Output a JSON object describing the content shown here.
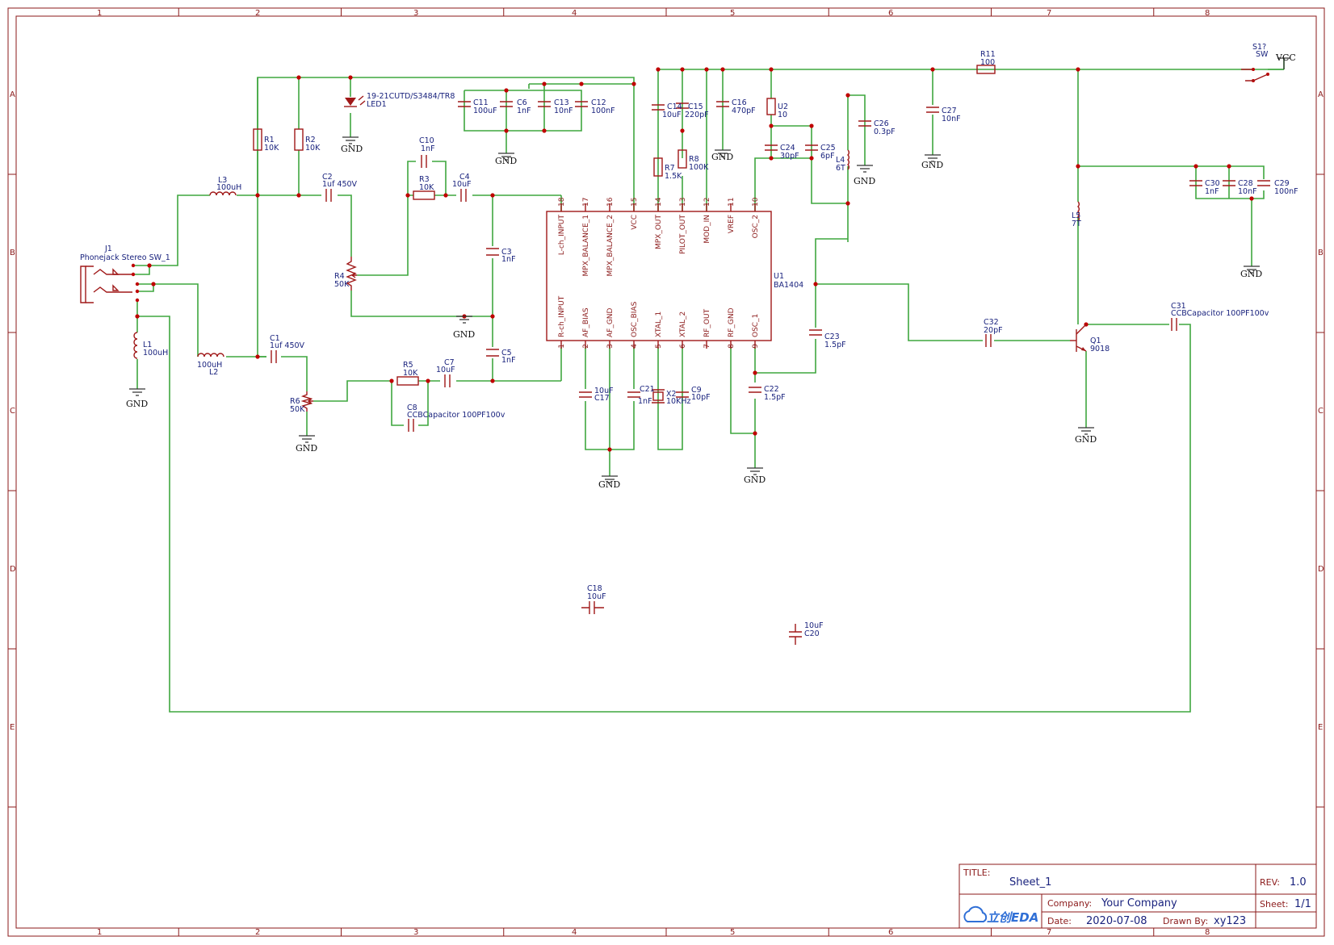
{
  "frame": {
    "columns": [
      "1",
      "2",
      "3",
      "4",
      "5",
      "6",
      "7",
      "8"
    ],
    "rows": [
      "A",
      "B",
      "C",
      "D",
      "E"
    ]
  },
  "title_block": {
    "title_key": "TITLE:",
    "title": "Sheet_1",
    "rev_key": "REV:",
    "rev": "1.0",
    "company_key": "Company:",
    "company": "Your Company",
    "sheet_key": "Sheet:",
    "sheet": "1/1",
    "date_key": "Date:",
    "date": "2020-07-08",
    "drawn_key": "Drawn By:",
    "drawn_by": "xy123",
    "logo": "立创EDA"
  },
  "ic": {
    "ref": "U1",
    "value": "BA1404",
    "top_pins": [
      {
        "num": "18",
        "name": "L-ch_INPUT"
      },
      {
        "num": "17",
        "name": "MPX_BALANCE_1"
      },
      {
        "num": "16",
        "name": "MPX_BALANCE_2"
      },
      {
        "num": "15",
        "name": "VCC"
      },
      {
        "num": "14",
        "name": "MPX_OUT"
      },
      {
        "num": "13",
        "name": "PILOT_OUT"
      },
      {
        "num": "12",
        "name": "MOD_IN"
      },
      {
        "num": "11",
        "name": "VREF"
      },
      {
        "num": "10",
        "name": "OSC_2"
      }
    ],
    "bottom_pins": [
      {
        "num": "1",
        "name": "R-ch_INPUT"
      },
      {
        "num": "2",
        "name": "AF_BIAS"
      },
      {
        "num": "3",
        "name": "AF_GND"
      },
      {
        "num": "4",
        "name": "OSC_BIAS"
      },
      {
        "num": "5",
        "name": "XTAL_1"
      },
      {
        "num": "6",
        "name": "XTAL_2"
      },
      {
        "num": "7",
        "name": "RF_OUT"
      },
      {
        "num": "8",
        "name": "RF_GND"
      },
      {
        "num": "9",
        "name": "OSC_1"
      }
    ]
  },
  "labels": {
    "j1_ref": "J1",
    "j1_val": "Phonejack Stereo SW_1",
    "l3_ref": "L3",
    "l3_val": "100uH",
    "l1_ref": "L1",
    "l1_val": "100uH",
    "l2_val": "100uH",
    "l2_ref": "L2",
    "r1_ref": "R1",
    "r1_val": "10K",
    "r2_ref": "R2",
    "r2_val": "10K",
    "c2_ref": "C2",
    "c2_val": "1uf 450V",
    "c1_ref": "C1",
    "c1_val": "1uf 450V",
    "r4_ref": "R4",
    "r4_val": "50K",
    "r6_ref": "R6",
    "r6_val": "50K",
    "led1_val": "19-21CUTD/S3484/TR8",
    "led1_ref": "LED1",
    "c11_ref": "C11",
    "c11_val": "100uF",
    "c6_ref": "C6",
    "c6_val": "1nF",
    "c13_ref": "C13",
    "c13_val": "10nF",
    "c12_ref": "C12",
    "c12_val": "100nF",
    "c10_ref": "C10",
    "c10_val": "1nF",
    "r3_ref": "R3",
    "r3_val": "10K",
    "c4_ref": "C4",
    "c4_val": "10uF",
    "c3_ref": "C3",
    "c3_val": "1nF",
    "c5_ref": "C5",
    "c5_val": "1nF",
    "r5_ref": "R5",
    "r5_val": "10K",
    "c7_ref": "C7",
    "c7_val": "10uF",
    "c8_ref": "C8",
    "c8_val": "CCBCapacitor 100PF100v",
    "c14_ref": "C14",
    "c14_val": "10uF",
    "c15_ref": "C15",
    "c15_val": "220pF",
    "c16_ref": "C16",
    "c16_val": "470pF",
    "r7_ref": "R7",
    "r7_val": "1.5K",
    "r8_ref": "R8",
    "r8_val": "100K",
    "u2_ref": "U2",
    "u2_val": "10",
    "c24_ref": "C24",
    "c24_val": "30pF",
    "c25_ref": "C25",
    "c25_val": "6pF",
    "c26_ref": "C26",
    "c26_val": "0.3pF",
    "l4_ref": "L4",
    "l4_val": "6T",
    "c27_ref": "C27",
    "c27_val": "10nF",
    "r11_ref": "R11",
    "r11_val": "100",
    "s1_ref": "S1?",
    "s1_val": "SW",
    "vcc": "VCC",
    "c30_ref": "C30",
    "c30_val": "1nF",
    "c28_ref": "C28",
    "c28_val": "10nF",
    "c29_ref": "C29",
    "c29_val": "100nF",
    "l5_ref": "L5",
    "l5_val": "7T",
    "c23_ref": "C23",
    "c23_val": "1.5pF",
    "c32_ref": "C32",
    "c32_val": "20pF",
    "q1_ref": "Q1",
    "q1_val": "9018",
    "c31_ref": "C31",
    "c31_val": "CCBCapacitor 100PF100v",
    "c17_val": "10uF",
    "c17_ref": "C17",
    "c21_ref": "C21",
    "c21_val": "1nF",
    "x2_ref": "X2",
    "x2_val": "10KHz",
    "c9_ref": "C9",
    "c9_val": "10pF",
    "c22_ref": "C22",
    "c22_val": "1.5pF",
    "c18_ref": "C18",
    "c18_val": "10uF",
    "c20_val": "10uF",
    "c20_ref": "C20",
    "gnd": "GND"
  }
}
